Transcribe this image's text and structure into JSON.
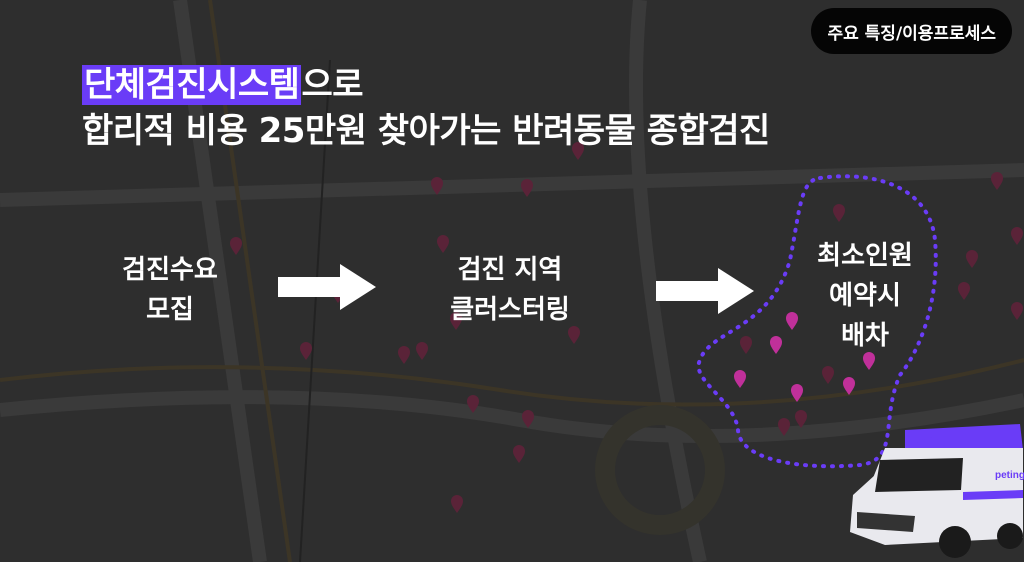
{
  "badge": {
    "label": "주요 특징/이용프로세스"
  },
  "title": {
    "highlight": "단체검진시스템",
    "line1_rest": "으로",
    "line2": "합리적 비용 25만원 찾아가는 반려동물 종합검진"
  },
  "steps": [
    {
      "line1": "검진수요",
      "line2": "모집"
    },
    {
      "line1": "검진 지역",
      "line2": "클러스터링"
    },
    {
      "line1": "최소인원",
      "line2": "예약시",
      "line3": "배차"
    }
  ],
  "van": {
    "brand": "peting."
  },
  "colors": {
    "accent": "#6a3cf7",
    "background": "#2e2e2e",
    "pin": "#5a2338",
    "pin_active": "#c0309a"
  }
}
